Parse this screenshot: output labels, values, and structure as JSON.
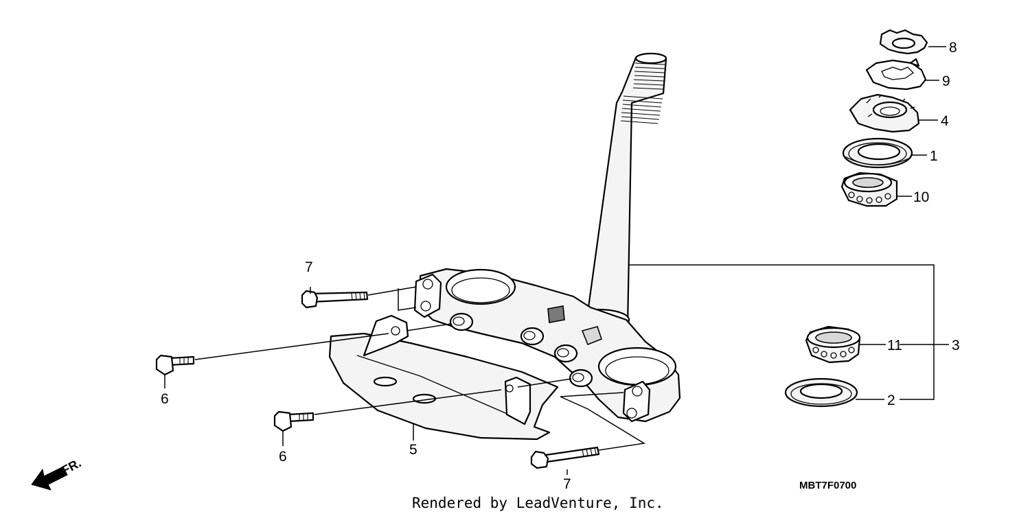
{
  "diagram": {
    "callouts": [
      "1",
      "2",
      "3",
      "4",
      "5",
      "6",
      "6",
      "7",
      "7",
      "8",
      "9",
      "10",
      "11"
    ],
    "drawing_code": "MBT7F0700",
    "direction_label": "FR.",
    "credit": "Rendered by LeadVenture, Inc."
  }
}
